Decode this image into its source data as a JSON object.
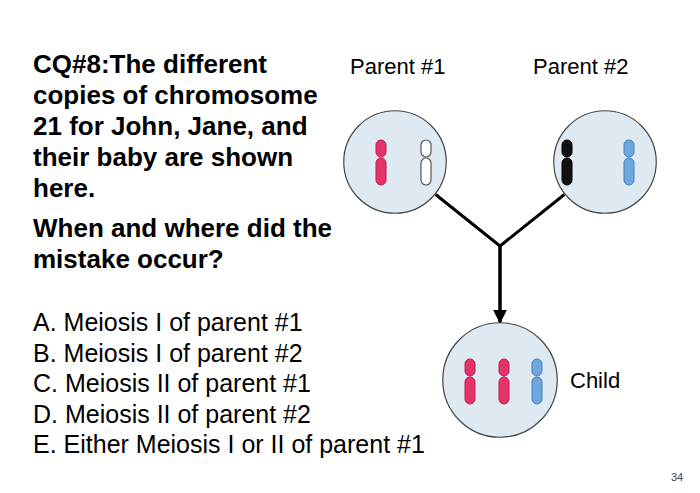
{
  "diagram": {
    "title": "CQ#8:The different copies of chromosome 21 for John, Jane, and their baby are shown here.",
    "nodes": [
      {
        "text": [
          "Parent #1"
        ]
      },
      {
        "text": [
          "Parent #2"
        ]
      },
      {
        "text": [
          "Child"
        ]
      }
    ],
    "edges": [
      {
        "from": 0,
        "to": 2,
        "arrow": "to"
      },
      {
        "from": 1,
        "to": 2,
        "arrow": "to"
      }
    ],
    "labels": [
      "When and where did the mistake occur?",
      "A. Meiosis I of parent #1",
      "B. Meiosis I of parent #2",
      "C. Meiosis II of parent #1",
      "D. Meiosis II of parent #2",
      "E. Either Meiosis I or II of parent #1",
      "34"
    ]
  }
}
